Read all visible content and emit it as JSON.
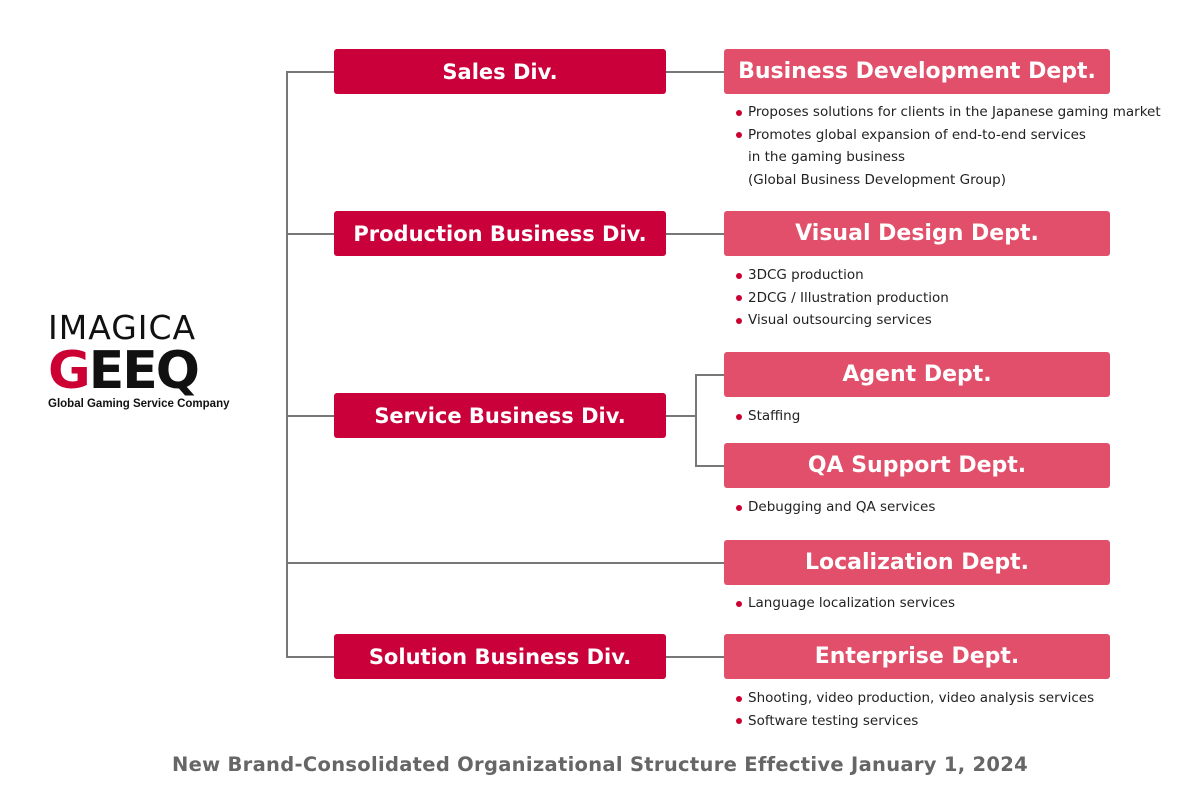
{
  "logo": {
    "line1": "IMAGICA",
    "line2_first": "G",
    "line2_rest": "EEQ",
    "tagline": "Global Gaming Service Company"
  },
  "divisions": [
    {
      "label": "Sales Div."
    },
    {
      "label": "Production Business Div."
    },
    {
      "label": "Service Business Div."
    },
    {
      "label": "Solution Business Div."
    }
  ],
  "departments": [
    {
      "label": "Business Development Dept.",
      "items": [
        [
          "Proposes solutions for clients in the Japanese gaming market"
        ],
        [
          "Promotes global expansion of end-to-end services",
          "in the gaming business",
          "(Global Business Development Group)"
        ]
      ]
    },
    {
      "label": "Visual Design Dept.",
      "items": [
        [
          "3DCG production"
        ],
        [
          "2DCG / Illustration production"
        ],
        [
          "Visual outsourcing services"
        ]
      ]
    },
    {
      "label": "Agent Dept.",
      "items": [
        [
          "Staffing"
        ]
      ]
    },
    {
      "label": "QA Support Dept.",
      "items": [
        [
          "Debugging and QA services"
        ]
      ]
    },
    {
      "label": "Localization Dept.",
      "items": [
        [
          "Language localization services"
        ]
      ]
    },
    {
      "label": "Enterprise Dept.",
      "items": [
        [
          "Shooting, video production, video analysis services"
        ],
        [
          "Software testing services"
        ]
      ]
    }
  ],
  "caption": "New Brand-Consolidated Organizational Structure Effective January 1, 2024"
}
